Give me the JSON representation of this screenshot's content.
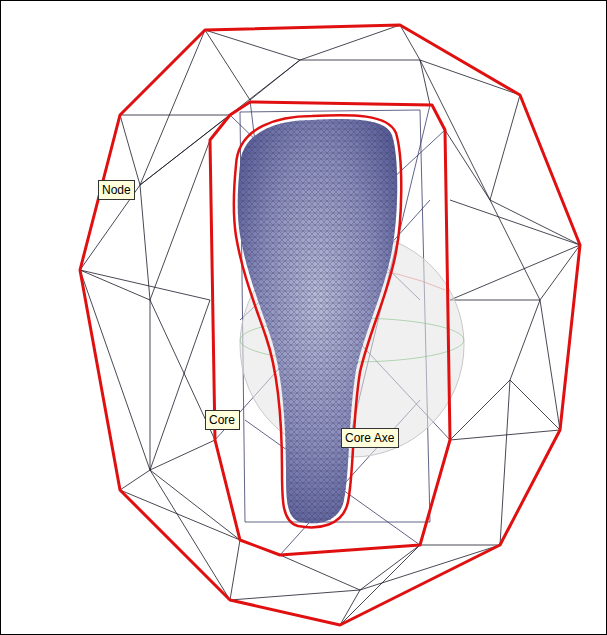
{
  "diagram": {
    "nodes": [
      {
        "text": [
          "Node"
        ]
      },
      {
        "text": [
          "Core"
        ]
      },
      {
        "text": [
          "Core Axe"
        ]
      }
    ]
  }
}
